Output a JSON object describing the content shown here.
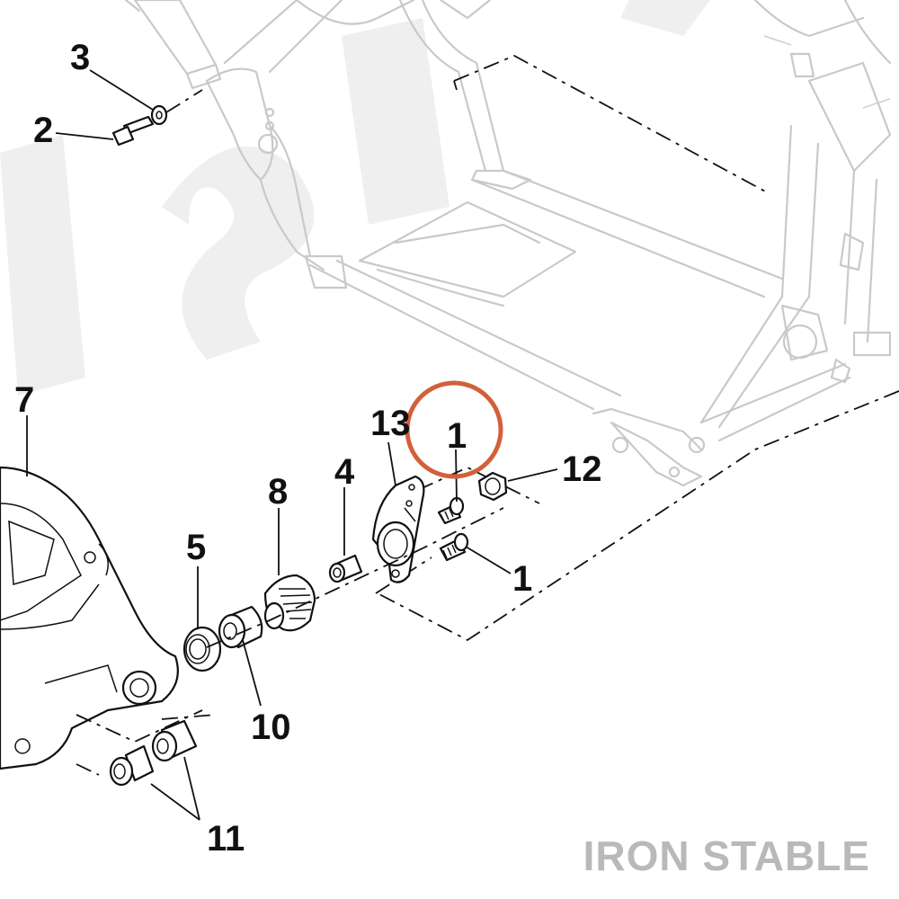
{
  "diagram": {
    "callouts": [
      {
        "id": "c2",
        "label": "2"
      },
      {
        "id": "c3",
        "label": "3"
      },
      {
        "id": "c7",
        "label": "7"
      },
      {
        "id": "c5",
        "label": "5"
      },
      {
        "id": "c8",
        "label": "8"
      },
      {
        "id": "c4",
        "label": "4"
      },
      {
        "id": "c13",
        "label": "13"
      },
      {
        "id": "c1a",
        "label": "1"
      },
      {
        "id": "c12",
        "label": "12"
      },
      {
        "id": "c1b",
        "label": "1"
      },
      {
        "id": "c10",
        "label": "10"
      },
      {
        "id": "c11",
        "label": "11"
      }
    ],
    "highlight_color": "#d2603a",
    "watermark": "IRON STABLE"
  }
}
